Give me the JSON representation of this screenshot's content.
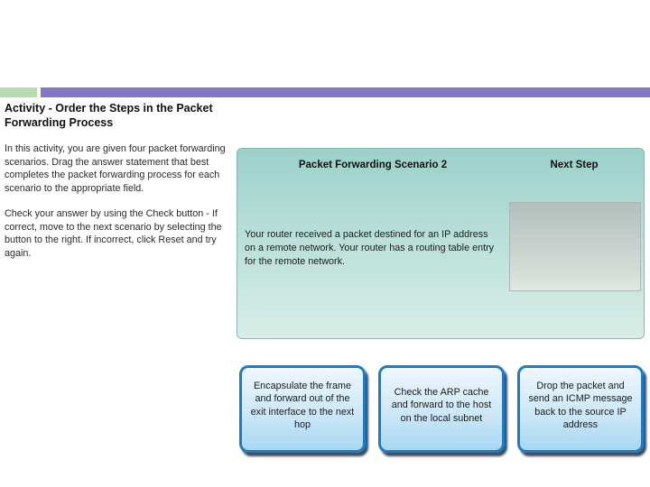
{
  "top_bar": {
    "accent_color": "#b5dcb1",
    "bar_color": "#8377c4"
  },
  "instructions": {
    "title_line1": "Activity - Order the Steps in the Packet",
    "title_line2": "Forwarding Process",
    "paragraph1": "In this activity, you are given four packet forwarding scenarios. Drag the answer statement that best completes the packet forwarding process for each scenario to the appropriate field.",
    "paragraph2": "Check your answer by using the Check button - If correct, move to the next scenario by selecting the button to the right. If incorrect, click Reset and try again."
  },
  "panel": {
    "scenario_header": "Packet Forwarding Scenario 2",
    "next_step_header": "Next Step",
    "scenario_text": "Your router received a packet destined for an IP address on a remote network. Your router has a routing table entry for the remote network.",
    "drop_field_value": "",
    "colors": {
      "panel_top": "#9bd0ca",
      "panel_bottom": "#d8eee7",
      "drop_field_top": "#b3bebd",
      "drop_field_bottom": "#e0e6e1"
    }
  },
  "answer_cards": [
    {
      "label": "Encapsulate the frame and forward out of the exit interface to the next hop"
    },
    {
      "label": "Check the ARP cache and forward to the host on the local subnet"
    },
    {
      "label": "Drop the packet and send an ICMP message back to the source IP address"
    }
  ],
  "card_style": {
    "border_color": "#1d7cc7",
    "fill_top": "#eef7fd",
    "fill_bottom": "#a8d7f2"
  }
}
